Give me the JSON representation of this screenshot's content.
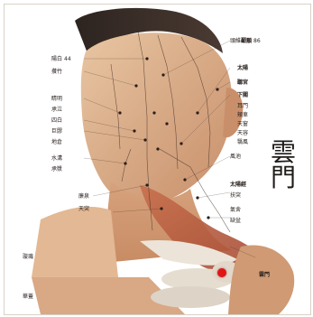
{
  "title": {
    "char1": "雲",
    "char2": "門"
  },
  "labels_right": [
    {
      "zh": "頭維",
      "pt": "顳顬",
      "n": "86"
    },
    {
      "zh": "",
      "pt": "太陽",
      "n": ""
    },
    {
      "zh": "",
      "pt": "聽宮",
      "n": ""
    },
    {
      "zh": "",
      "pt": "下關",
      "n": ""
    },
    {
      "zh": "耳門",
      "pt": "",
      "n": ""
    },
    {
      "zh": "頰車",
      "pt": "",
      "n": ""
    },
    {
      "zh": "天窗",
      "pt": "",
      "n": ""
    },
    {
      "zh": "天容",
      "pt": "",
      "n": ""
    },
    {
      "zh": "翳風",
      "pt": "",
      "n": ""
    },
    {
      "zh": "風池",
      "pt": "",
      "n": ""
    },
    {
      "zh": "太陽經",
      "pt": "",
      "n": ""
    },
    {
      "zh": "扶突",
      "pt": "",
      "n": ""
    },
    {
      "zh": "氣舍",
      "pt": "",
      "n": ""
    },
    {
      "zh": "缺盆",
      "pt": "",
      "n": ""
    },
    {
      "zh": "",
      "pt": "雲門",
      "n": ""
    }
  ],
  "labels_left": [
    {
      "zh": "陽白",
      "pt": "",
      "n": "44"
    },
    {
      "zh": "攢竹",
      "pt": "",
      "n": ""
    },
    {
      "zh": "睛明",
      "pt": "",
      "n": ""
    },
    {
      "zh": "承泣",
      "pt": "",
      "n": ""
    },
    {
      "zh": "四白",
      "pt": "",
      "n": ""
    },
    {
      "zh": "巨髎",
      "pt": "",
      "n": ""
    },
    {
      "zh": "地倉",
      "pt": "",
      "n": ""
    },
    {
      "zh": "水溝",
      "pt": "",
      "n": ""
    },
    {
      "zh": "承漿",
      "pt": "",
      "n": ""
    },
    {
      "zh": "廉泉",
      "pt": "",
      "n": ""
    },
    {
      "zh": "天突",
      "pt": "",
      "n": ""
    },
    {
      "zh": "璇璣",
      "pt": "",
      "n": ""
    },
    {
      "zh": "華蓋",
      "pt": "",
      "n": ""
    }
  ]
}
